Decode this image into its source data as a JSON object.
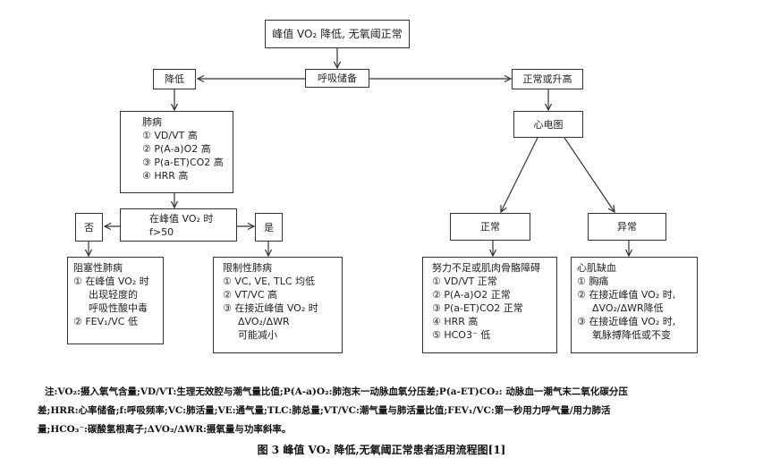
{
  "nodes": {
    "root": "峰值 VO₂ 降低, 无氧阈正常",
    "breathing_reserve": "呼吸储备",
    "decreased": "降低",
    "normal_or_high": "正常或升高",
    "ecg": "心电图",
    "lung_disease": {
      "title": "肺病",
      "items": [
        "① VD/VT 高",
        "② P(A-a)O2 高",
        "③ P(a-ET)CO2 高",
        "④ HRR 高"
      ]
    },
    "f_question": {
      "line1": "在峰值 VO₂ 时",
      "line2": "f>50"
    },
    "no": "否",
    "yes": "是",
    "obstructive": {
      "title": "阻塞性肺病",
      "items": [
        "① 在峰值 VO₂ 时",
        "出现轻度的",
        "呼吸性酸中毒",
        "② FEV₁/VC 低"
      ]
    },
    "restrictive": {
      "title": "限制性肺病",
      "items": [
        "① VC, VE, TLC 均低",
        "② VT/VC 高",
        "③ 在接近峰值 VO₂ 时",
        "ΔVO₂/ΔWR",
        "可能减小"
      ]
    },
    "ecg_normal": "正常",
    "ecg_abnormal": "异常",
    "effort": {
      "title": "努力不足或肌肉骨骼障碍",
      "items": [
        "① VD/VT 正常",
        "② P(A-a)O2 正常",
        "③ P(a-ET)CO2 正常",
        "④ HRR 高",
        "⑤ HCO3⁻ 低"
      ]
    },
    "ischemia": {
      "title": "心肌缺血",
      "items": [
        "① 胸痛",
        "② 在接近峰值 VO₂ 时,",
        "ΔVO₂/ΔWR降低",
        "③ 在接近峰值 VO₂ 时,",
        "氧脉搏降低或不变"
      ]
    }
  },
  "note": {
    "line1": "注:VO₂:摄入氧气含量;VD/VT:生理无效腔与潮气量比值;P(A-a)O₂:肺泡末一动脉血氧分压差;P(a-ET)CO₂: 动脉血一潮气末二氧化碳分压",
    "line2": "差;HRR:心率储备;f:呼吸频率;VC:肺活量;VE:通气量;TLC:肺总量;VT/VC:潮气量与肺活量比值;FEV₁/VC:第一秒用力呼气量/用力肺活",
    "line3": "量;HCO₃⁻:碳酸氢根离子;ΔVO₂/ΔWR:摄氧量与功率斜率。"
  },
  "caption": "图 3   峰值 VO₂ 降低,无氧阈正常患者适用流程图[1]"
}
